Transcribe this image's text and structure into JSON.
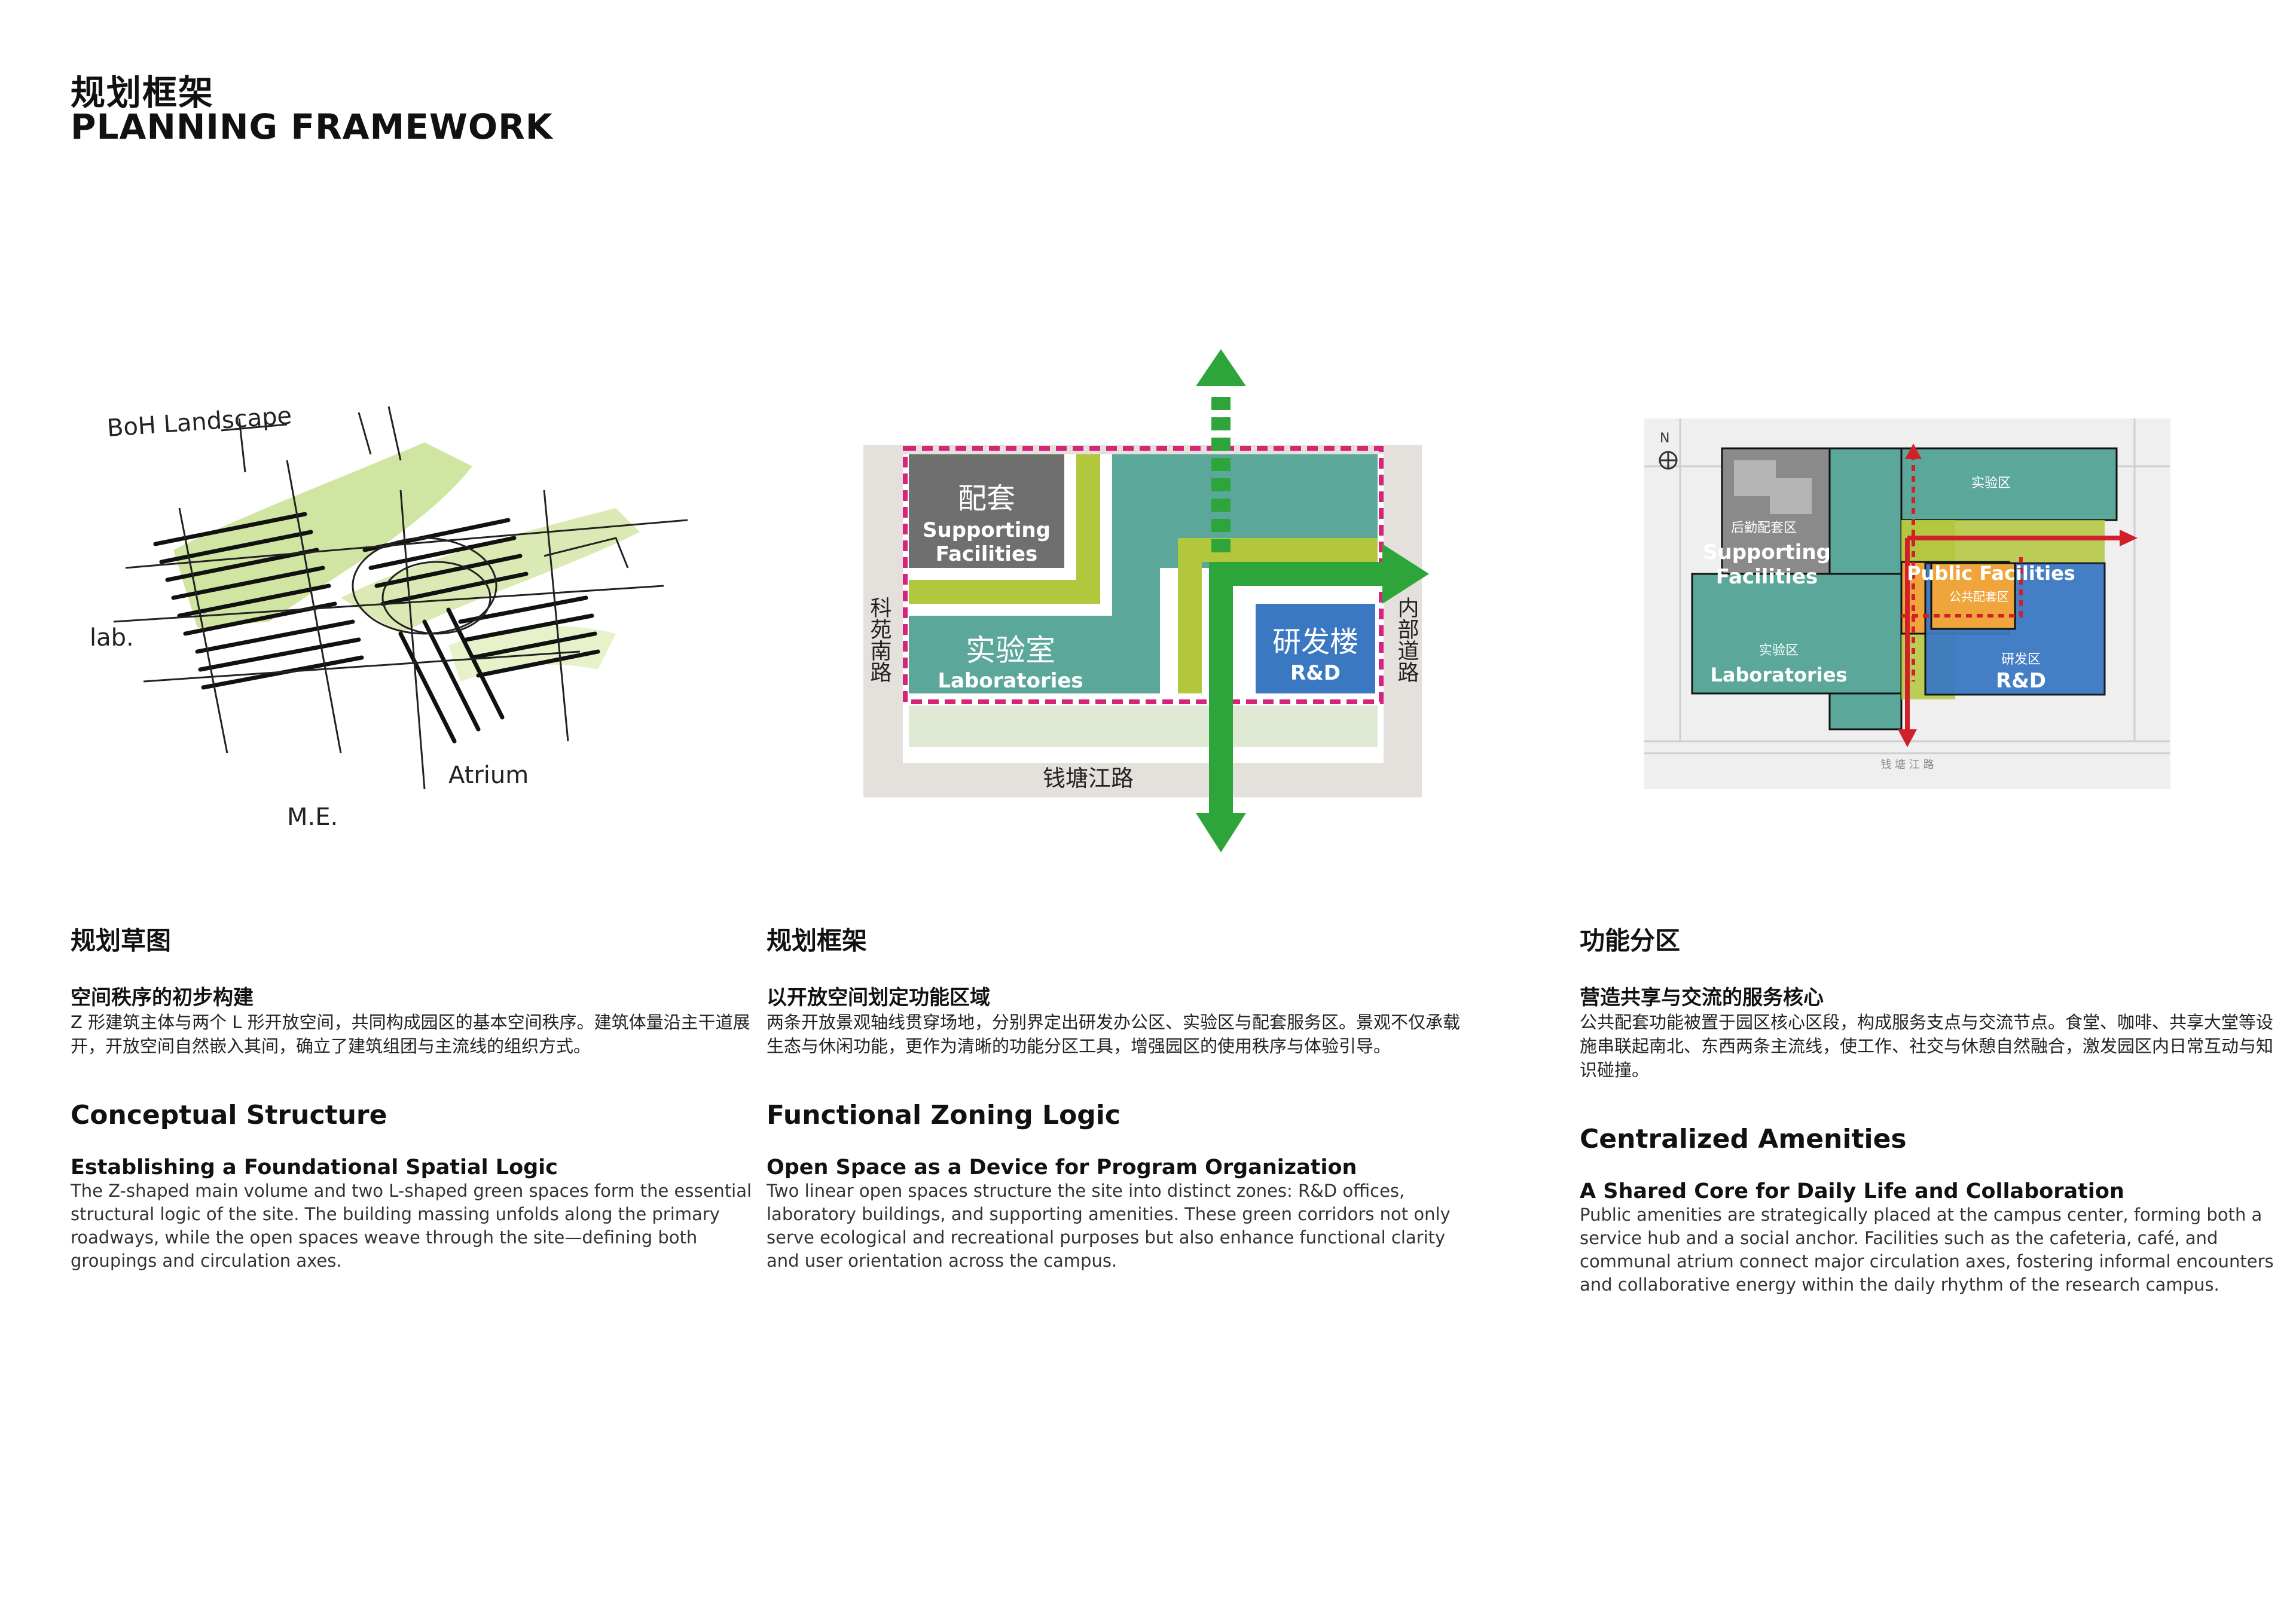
{
  "header": {
    "title_zh": "规划框架",
    "title_en": "PLANNING FRAMEWORK"
  },
  "sketch": {
    "labels": [
      "BoH Landscape",
      "M.E.",
      "lab.",
      "Atrium"
    ]
  },
  "diagram": {
    "supporting_zh": "配套",
    "supporting_en_1": "Supporting",
    "supporting_en_2": "Facilities",
    "lab_zh": "实验室",
    "lab_en": "Laboratories",
    "rd_zh": "研发楼",
    "rd_en": "R&D",
    "road_west": "科苑南路",
    "road_east": "内部道路",
    "road_south": "钱塘江路"
  },
  "siteplan": {
    "north": "N",
    "logistics_zh": "后勤配套区",
    "supporting_en_1": "Supporting",
    "supporting_en_2": "Facilities",
    "lab_top_zh": "实验区",
    "lab_zh": "实验区",
    "lab_en": "Laboratories",
    "public_en": "Public Facilities",
    "public_zh": "公共配套区",
    "rd_zh": "研发区",
    "rd_en": "R&D",
    "road_south": "钱 塘 江 路"
  },
  "columns": [
    {
      "heading_zh": "规划草图",
      "subheading_zh": "空间秩序的初步构建",
      "body_zh": "Z 形建筑主体与两个 L 形开放空间，共同构成园区的基本空间秩序。建筑体量沿主干道展开，开放空间自然嵌入其间，确立了建筑组团与主流线的组织方式。",
      "heading_en": "Conceptual Structure",
      "subheading_en": "Establishing a Foundational Spatial Logic",
      "body_en": "The Z-shaped main volume and two L-shaped green spaces form the essential structural logic of the site. The building massing unfolds along the primary roadways, while the open spaces weave through the site—defining both groupings and circulation axes."
    },
    {
      "heading_zh": "规划框架",
      "subheading_zh": "以开放空间划定功能区域",
      "body_zh": "两条开放景观轴线贯穿场地，分别界定出研发办公区、实验区与配套服务区。景观不仅承载生态与休闲功能，更作为清晰的功能分区工具，增强园区的使用秩序与体验引导。",
      "heading_en": "Functional Zoning Logic",
      "subheading_en": "Open Space as a Device for Program Organization",
      "body_en": "Two linear open spaces structure the site into distinct zones: R&D offices, laboratory buildings, and supporting amenities. These green corridors not only serve ecological and recreational purposes but also enhance functional clarity and user orientation across the campus."
    },
    {
      "heading_zh": "功能分区",
      "subheading_zh": "营造共享与交流的服务核心",
      "body_zh": "公共配套功能被置于园区核心区段，构成服务支点与交流节点。食堂、咖啡、共享大堂等设施串联起南北、东西两条主流线，使工作、社交与休憩自然融合，激发园区内日常互动与知识碰撞。",
      "heading_en": "Centralized Amenities",
      "subheading_en": "A Shared Core for Daily Life and Collaboration",
      "body_en": "Public amenities are strategically placed at the campus center, forming both a service hub and a social anchor. Facilities such as the cafeteria, café, and communal atrium connect major circulation axes, fostering informal encounters and collaborative energy within the daily rhythm of the research campus."
    }
  ],
  "colors": {
    "teal": "#5ba89b",
    "lime": "#b2c73c",
    "green_arrow": "#2ea53a",
    "magenta": "#d6247a",
    "gray_block": "#6f6f6f",
    "blue": "#3b78c2",
    "orange": "#f0a53c",
    "red_arrow": "#d0202a"
  }
}
